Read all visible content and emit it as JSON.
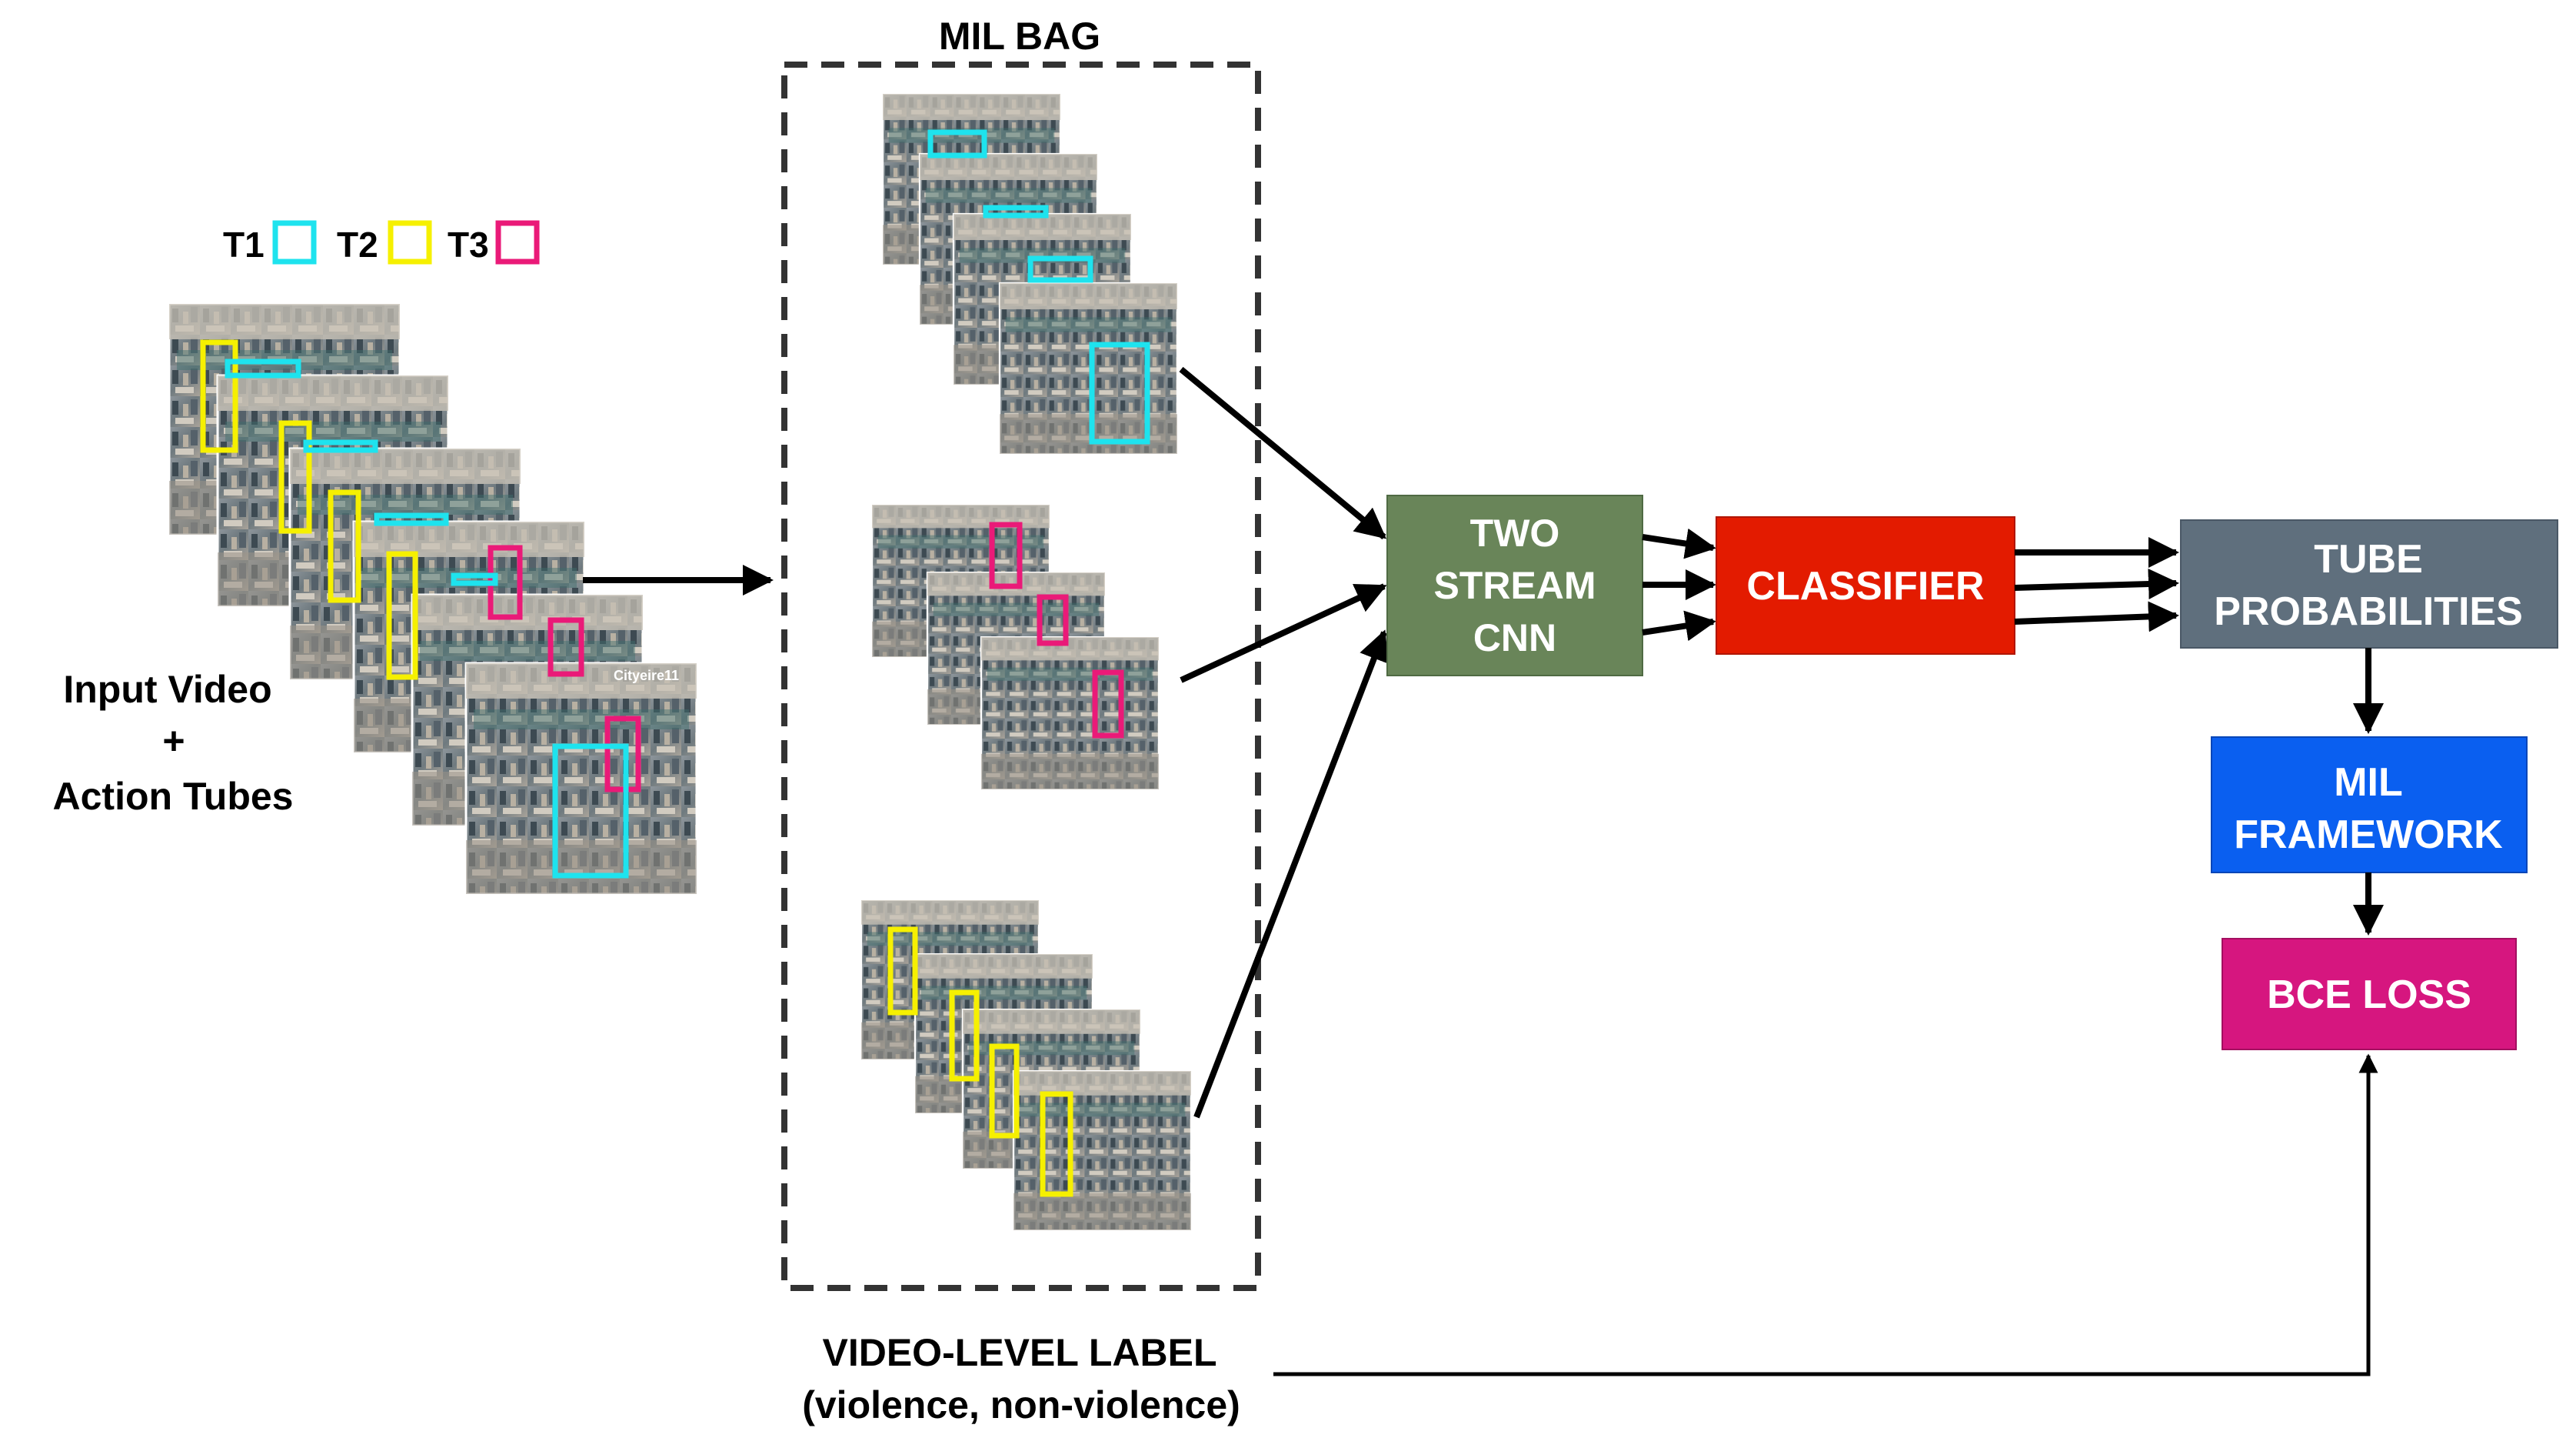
{
  "legend": {
    "items": [
      {
        "label": "T1",
        "color": "#1ee3ee"
      },
      {
        "label": "T2",
        "color": "#f6f000"
      },
      {
        "label": "T3",
        "color": "#ea1a78"
      }
    ]
  },
  "input": {
    "label_line1": "Input Video",
    "label_line2": "+",
    "label_line3": "Action Tubes"
  },
  "mil_bag": {
    "title": "MIL BAG",
    "footer_line1": "VIDEO-LEVEL LABEL",
    "footer_line2": "(violence, non-violence)"
  },
  "blocks": {
    "cnn": {
      "line1": "TWO",
      "line2": "STREAM",
      "line3": "CNN",
      "color": "#698559"
    },
    "classifier": {
      "label": "CLASSIFIER",
      "color": "#e31b00"
    },
    "tube_probs": {
      "line1": "TUBE",
      "line2": "PROBABILITIES",
      "color": "#5f6f7d"
    },
    "mil_framework": {
      "line1": "MIL",
      "line2": "FRAMEWORK",
      "color": "#0a5ff0"
    },
    "bce_loss": {
      "label": "BCE LOSS",
      "color": "#d6167f"
    }
  },
  "frame_overlay_text": "Cityeire11"
}
